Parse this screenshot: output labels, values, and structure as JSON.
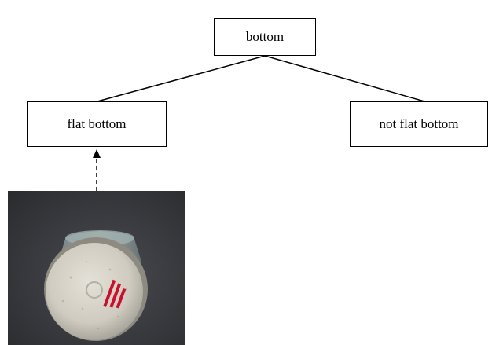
{
  "diagram": {
    "root": {
      "label": "bottom"
    },
    "children": [
      {
        "label": "flat bottom"
      },
      {
        "label": "not flat bottom"
      }
    ]
  },
  "photo": {
    "subject": "bottom of a cylindrical container"
  },
  "colors": {
    "stroke": "#000000",
    "background": "#ffffff",
    "photo_background": "#3c3c3f",
    "label_red": "#c8102e"
  }
}
